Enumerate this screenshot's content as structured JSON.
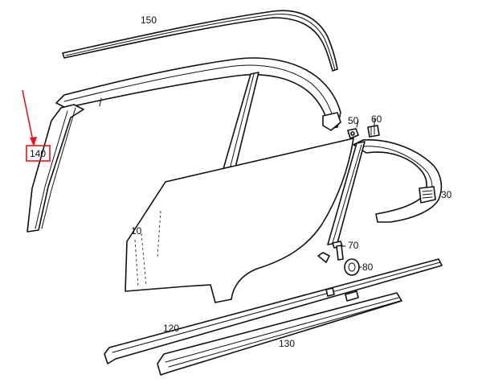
{
  "diagram": {
    "callouts": {
      "p150": "150",
      "p140": "140",
      "p50": "50",
      "p60": "60",
      "p30": "30",
      "p10": "10",
      "p70": "70",
      "p80": "80",
      "p120": "120",
      "p130": "130"
    },
    "highlight_color": "#e8141b"
  }
}
